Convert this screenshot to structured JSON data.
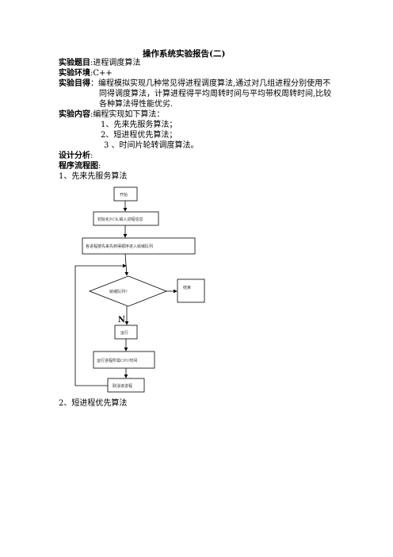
{
  "title": "操作系统实验报告(二)",
  "fields": {
    "topic_label": "实验题目",
    "topic_value": "进程调度算法",
    "env_label": "实验环境",
    "env_value": "C++",
    "goal_label": "实验目得",
    "goal_lines": [
      "编程模拟实现几种常见得进程调度算法,通过对几组进程分别使用不",
      "同得调度算法，计算进程得平均周转时间与平均带权周转时间,比较",
      "各种算法得性能优劣."
    ],
    "content_label": "实验内容",
    "content_intro": "编程实现如下算法：",
    "content_items": [
      "1、先来先服务算法；",
      "2、短进程优先算法；",
      "3 、时间片轮转调度算法。"
    ]
  },
  "design_label": "设计分析",
  "flow_label": "程序流程图",
  "section1_title": "1、先来先服务算法",
  "flowchart": {
    "start": "开始",
    "init": "初始化PCB,输入进程信息",
    "sort": "各进程按先来先到得顺序进入就绪队列",
    "decision": "就绪队列?",
    "end": "结束",
    "no_label": "N",
    "run": "运行",
    "compute": "运行进程所需CPU时间",
    "cancel": "取消该进程"
  },
  "section2_title": "2、短进程优先算法"
}
